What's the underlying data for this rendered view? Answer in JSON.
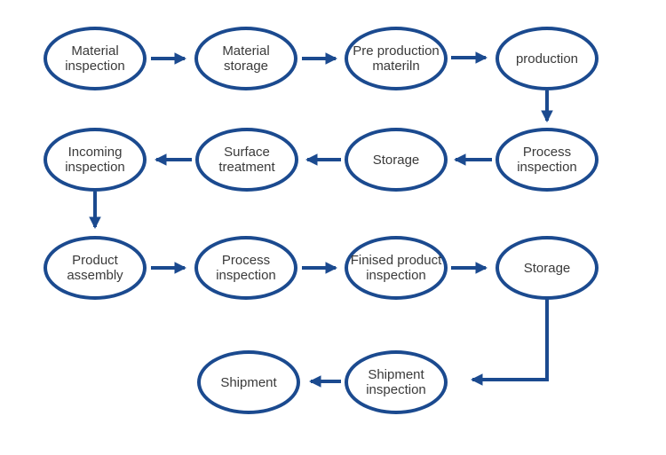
{
  "diagram": {
    "type": "flowchart",
    "colors": {
      "accent": "#1b4a8f",
      "text": "#3a3a3a",
      "background": "#ffffff"
    },
    "nodes": [
      {
        "id": "material-inspection",
        "label": "Material inspection"
      },
      {
        "id": "material-storage",
        "label": "Material storage"
      },
      {
        "id": "pre-production-materiln",
        "label": "Pre production materiln"
      },
      {
        "id": "production",
        "label": "production"
      },
      {
        "id": "incoming-inspection",
        "label": "Incoming inspection"
      },
      {
        "id": "surface-treatment",
        "label": "Surface treatment"
      },
      {
        "id": "storage-1",
        "label": "Storage"
      },
      {
        "id": "process-inspection-1",
        "label": "Process inspection"
      },
      {
        "id": "product-assembly",
        "label": "Product assembly"
      },
      {
        "id": "process-inspection-2",
        "label": "Process inspection"
      },
      {
        "id": "finised-product-inspection",
        "label": "Finised product inspection"
      },
      {
        "id": "storage-2",
        "label": "Storage"
      },
      {
        "id": "shipment",
        "label": "Shipment"
      },
      {
        "id": "shipment-inspection",
        "label": "Shipment inspection"
      }
    ],
    "edges": [
      {
        "from": "material-inspection",
        "to": "material-storage"
      },
      {
        "from": "material-storage",
        "to": "pre-production-materiln"
      },
      {
        "from": "pre-production-materiln",
        "to": "production"
      },
      {
        "from": "production",
        "to": "process-inspection-1"
      },
      {
        "from": "process-inspection-1",
        "to": "storage-1"
      },
      {
        "from": "storage-1",
        "to": "surface-treatment"
      },
      {
        "from": "surface-treatment",
        "to": "incoming-inspection"
      },
      {
        "from": "incoming-inspection",
        "to": "product-assembly"
      },
      {
        "from": "product-assembly",
        "to": "process-inspection-2"
      },
      {
        "from": "process-inspection-2",
        "to": "finised-product-inspection"
      },
      {
        "from": "finised-product-inspection",
        "to": "storage-2"
      },
      {
        "from": "storage-2",
        "to": "shipment-inspection"
      },
      {
        "from": "shipment-inspection",
        "to": "shipment"
      }
    ]
  }
}
